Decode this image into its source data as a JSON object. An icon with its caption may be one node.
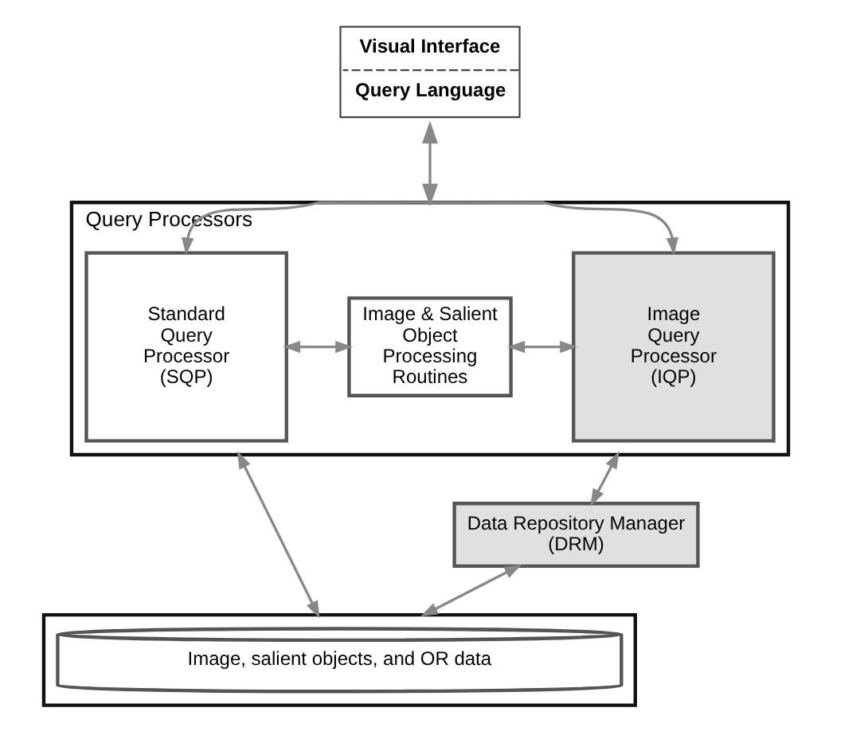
{
  "diagram": {
    "nodes": [
      {
        "text": [
          "Visual Interface",
          "Query Language"
        ]
      },
      {
        "text": [
          "Query Processors"
        ]
      },
      {
        "text": [
          "Standard Query Processor (SQP)"
        ],
        "in": 1
      },
      {
        "text": [
          "Image & Salient Object Processing Routines"
        ],
        "in": 1
      },
      {
        "text": [
          "Image Query Processor (IQP)"
        ],
        "in": 1
      },
      {
        "text": [
          "Data Repository Manager (DRM)"
        ]
      },
      {
        "text": [],
        "shape": "box"
      },
      {
        "text": [
          "Image, salient objects, and OR data"
        ],
        "in": 6
      }
    ],
    "edges": [
      {
        "from": 0,
        "to": 1,
        "arrow": "both"
      },
      {
        "from": 2,
        "to": 3,
        "arrow": "both"
      },
      {
        "from": 3,
        "to": 4,
        "arrow": "both"
      },
      {
        "from": 2,
        "to": 4,
        "arrow": "both"
      },
      {
        "from": 1,
        "to": 6,
        "arrow": "both"
      },
      {
        "from": 1,
        "to": 5,
        "arrow": "both"
      },
      {
        "from": 5,
        "to": 6,
        "arrow": "both"
      }
    ]
  }
}
